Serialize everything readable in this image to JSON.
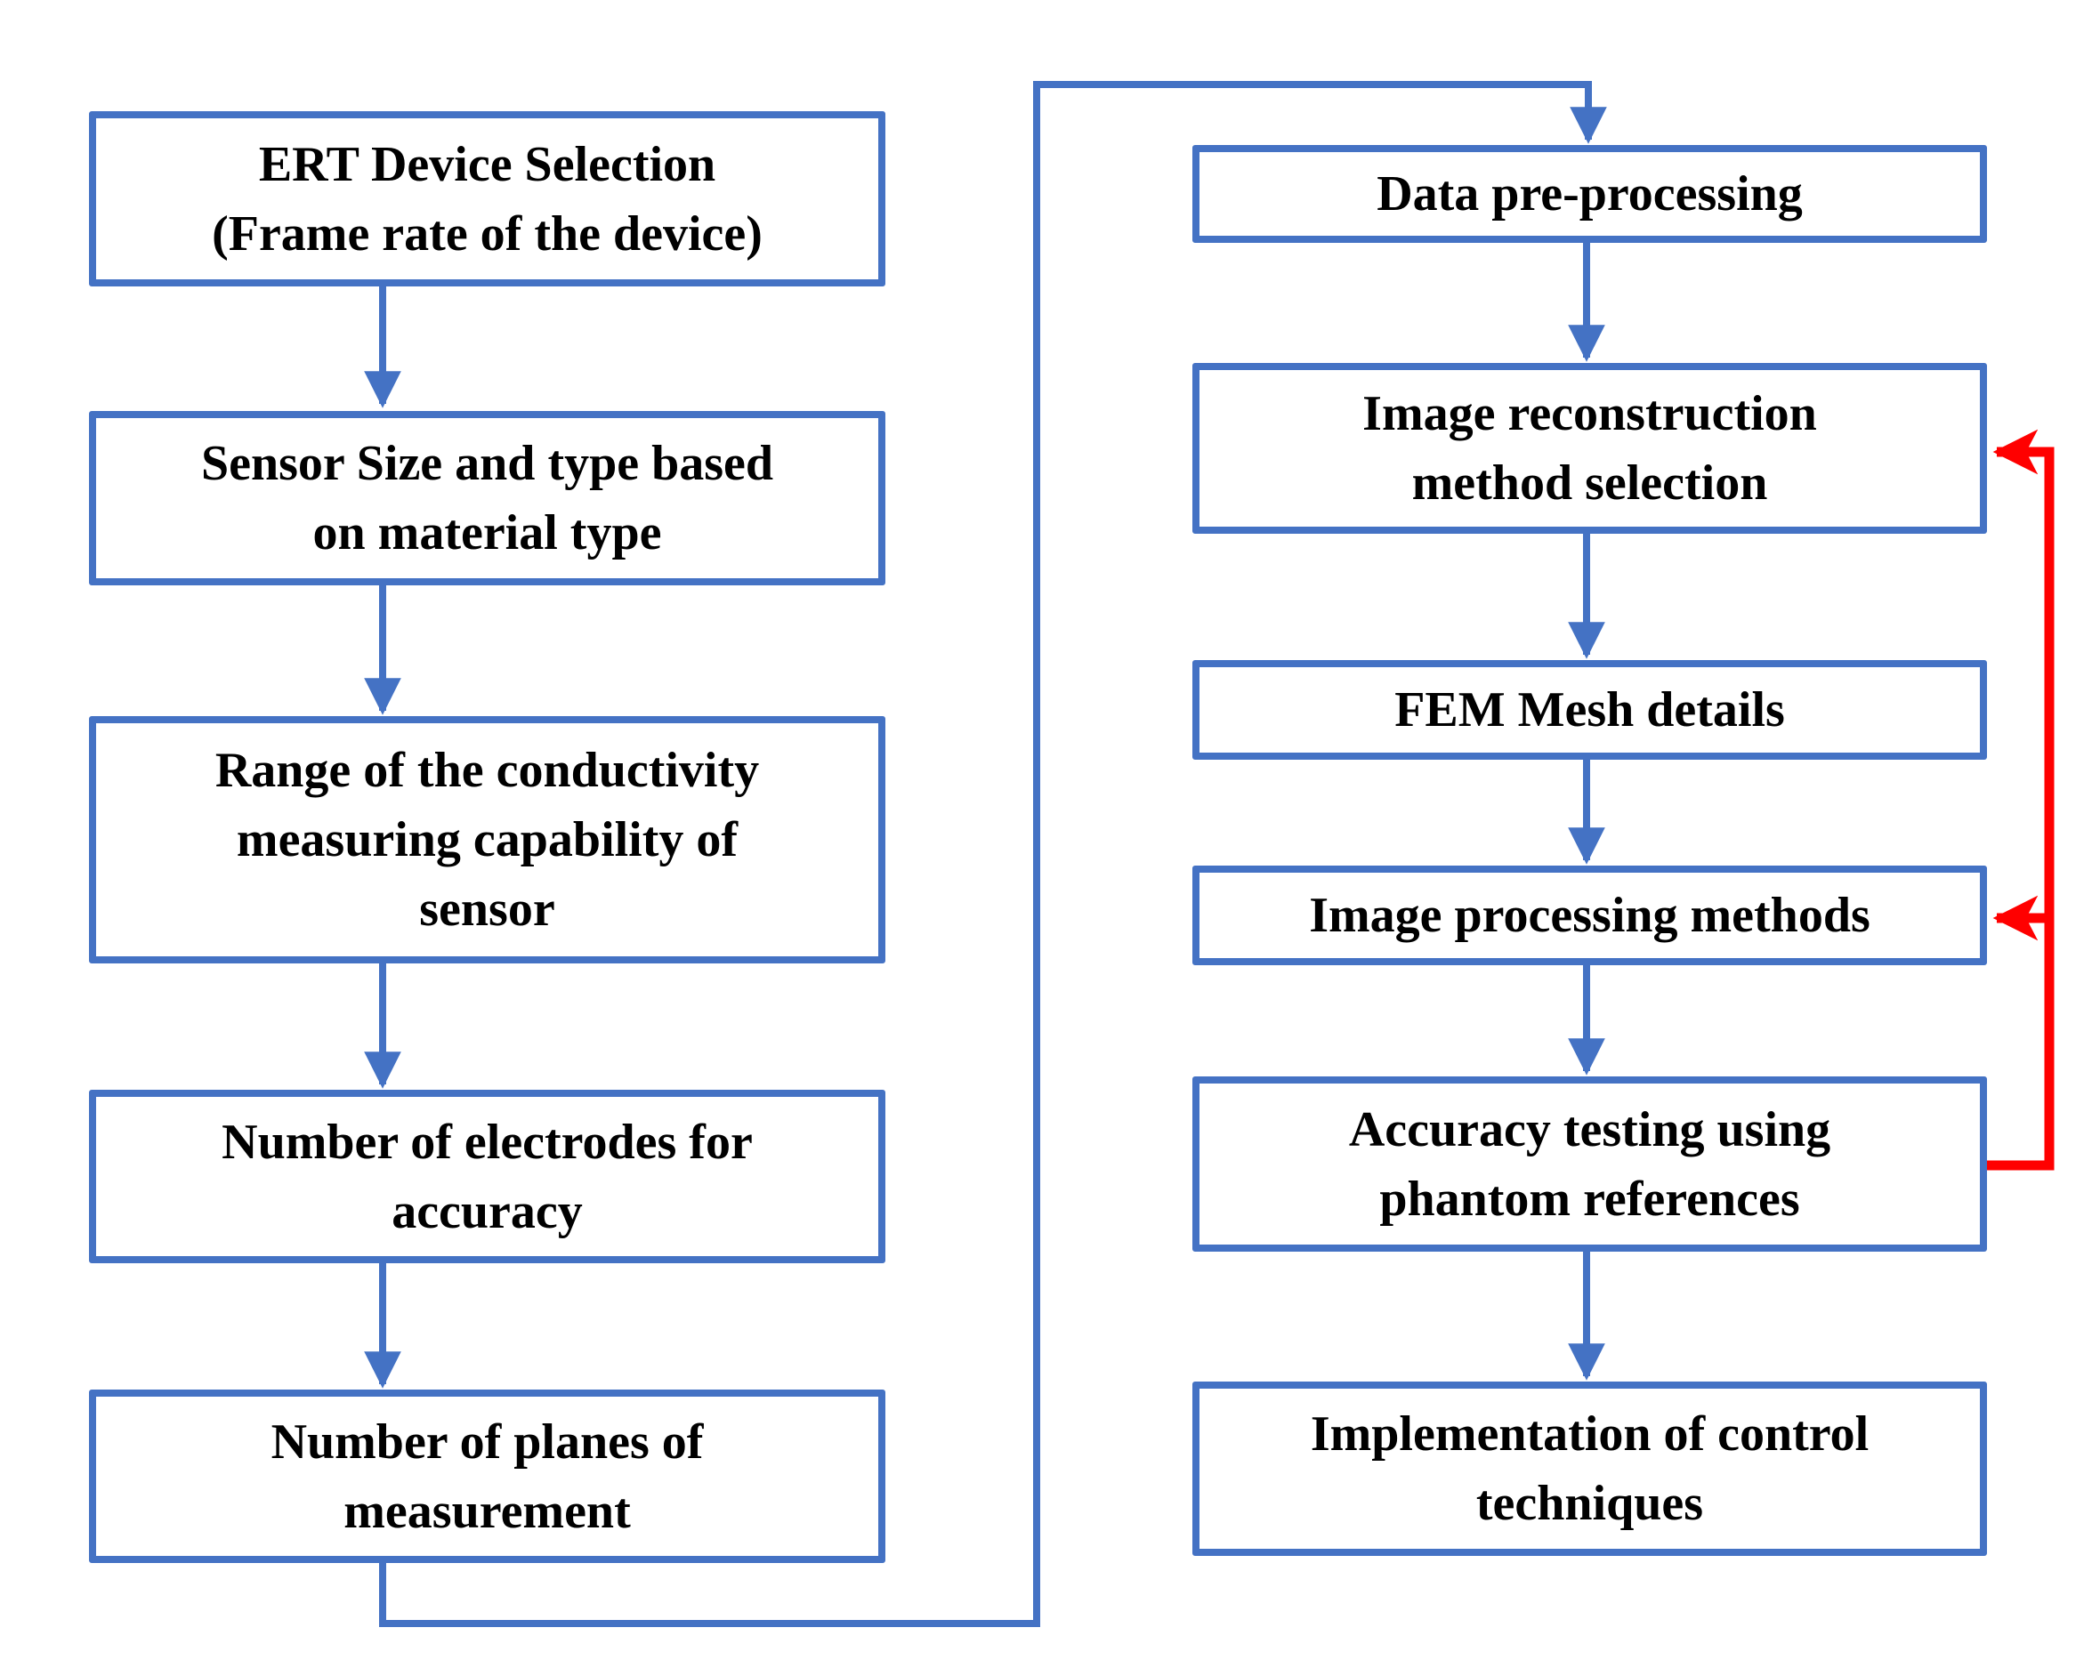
{
  "colors": {
    "box_border": "#4472C4",
    "arrow_blue": "#4472C4",
    "arrow_red": "#FF0000",
    "text": "#000000",
    "background": "#FFFFFF"
  },
  "flowchart": {
    "left_column": [
      {
        "id": "ert-device-selection",
        "lines": [
          "ERT Device Selection",
          "(Frame rate of the device)"
        ]
      },
      {
        "id": "sensor-size-type",
        "lines": [
          "Sensor Size and type based",
          "on material type"
        ]
      },
      {
        "id": "conductivity-range",
        "lines": [
          "Range of the conductivity",
          "measuring capability of",
          "sensor"
        ]
      },
      {
        "id": "electrode-count",
        "lines": [
          "Number of electrodes for",
          "accuracy"
        ]
      },
      {
        "id": "planes-count",
        "lines": [
          "Number of planes of",
          "measurement"
        ]
      }
    ],
    "right_column": [
      {
        "id": "data-pre-processing",
        "lines": [
          "Data pre-processing"
        ]
      },
      {
        "id": "image-reconstruction",
        "lines": [
          "Image reconstruction",
          "method selection"
        ]
      },
      {
        "id": "fem-mesh",
        "lines": [
          "FEM Mesh details"
        ]
      },
      {
        "id": "image-processing",
        "lines": [
          "Image processing methods"
        ]
      },
      {
        "id": "accuracy-testing",
        "lines": [
          "Accuracy testing using",
          "phantom references"
        ]
      },
      {
        "id": "implementation-control",
        "lines": [
          "Implementation of control",
          "techniques"
        ]
      }
    ],
    "connectors": [
      {
        "from": "ert-device-selection",
        "to": "sensor-size-type",
        "color": "blue",
        "type": "flow"
      },
      {
        "from": "sensor-size-type",
        "to": "conductivity-range",
        "color": "blue",
        "type": "flow"
      },
      {
        "from": "conductivity-range",
        "to": "electrode-count",
        "color": "blue",
        "type": "flow"
      },
      {
        "from": "electrode-count",
        "to": "planes-count",
        "color": "blue",
        "type": "flow"
      },
      {
        "from": "planes-count",
        "to": "data-pre-processing",
        "color": "blue",
        "type": "flow"
      },
      {
        "from": "data-pre-processing",
        "to": "image-reconstruction",
        "color": "blue",
        "type": "flow"
      },
      {
        "from": "image-reconstruction",
        "to": "fem-mesh",
        "color": "blue",
        "type": "flow"
      },
      {
        "from": "fem-mesh",
        "to": "image-processing",
        "color": "blue",
        "type": "flow"
      },
      {
        "from": "image-processing",
        "to": "accuracy-testing",
        "color": "blue",
        "type": "flow"
      },
      {
        "from": "accuracy-testing",
        "to": "implementation-control",
        "color": "blue",
        "type": "flow"
      },
      {
        "from": "accuracy-testing",
        "to": "image-reconstruction",
        "color": "red",
        "type": "feedback"
      },
      {
        "from": "accuracy-testing",
        "to": "image-processing",
        "color": "red",
        "type": "feedback"
      }
    ]
  }
}
